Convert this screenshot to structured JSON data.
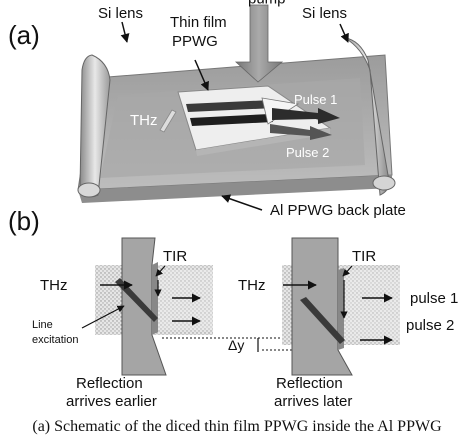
{
  "panel_a": {
    "label": "(a)",
    "si_lens_left": "Si lens",
    "pump": "pump",
    "si_lens_right": "Si lens",
    "thin_film": "Thin film",
    "ppwg": "PPWG",
    "thz": "THz",
    "pulse1": "Pulse 1",
    "pulse2": "Pulse 2",
    "back_plate": "Al PPWG back plate"
  },
  "panel_b": {
    "label": "(b)",
    "left": {
      "tir": "TIR",
      "thz": "THz",
      "line": "Line",
      "excitation": "excitation",
      "reflection": "Reflection",
      "arrives": "arrives earlier"
    },
    "right": {
      "tir": "TIR",
      "thz": "THz",
      "pulse1": "pulse 1",
      "pulse2": "pulse 2",
      "reflection": "Reflection",
      "arrives": "arrives later"
    },
    "delta_y": "Δy"
  },
  "caption": "(a) Schematic of the diced thin film PPWG inside the Al PPWG"
}
